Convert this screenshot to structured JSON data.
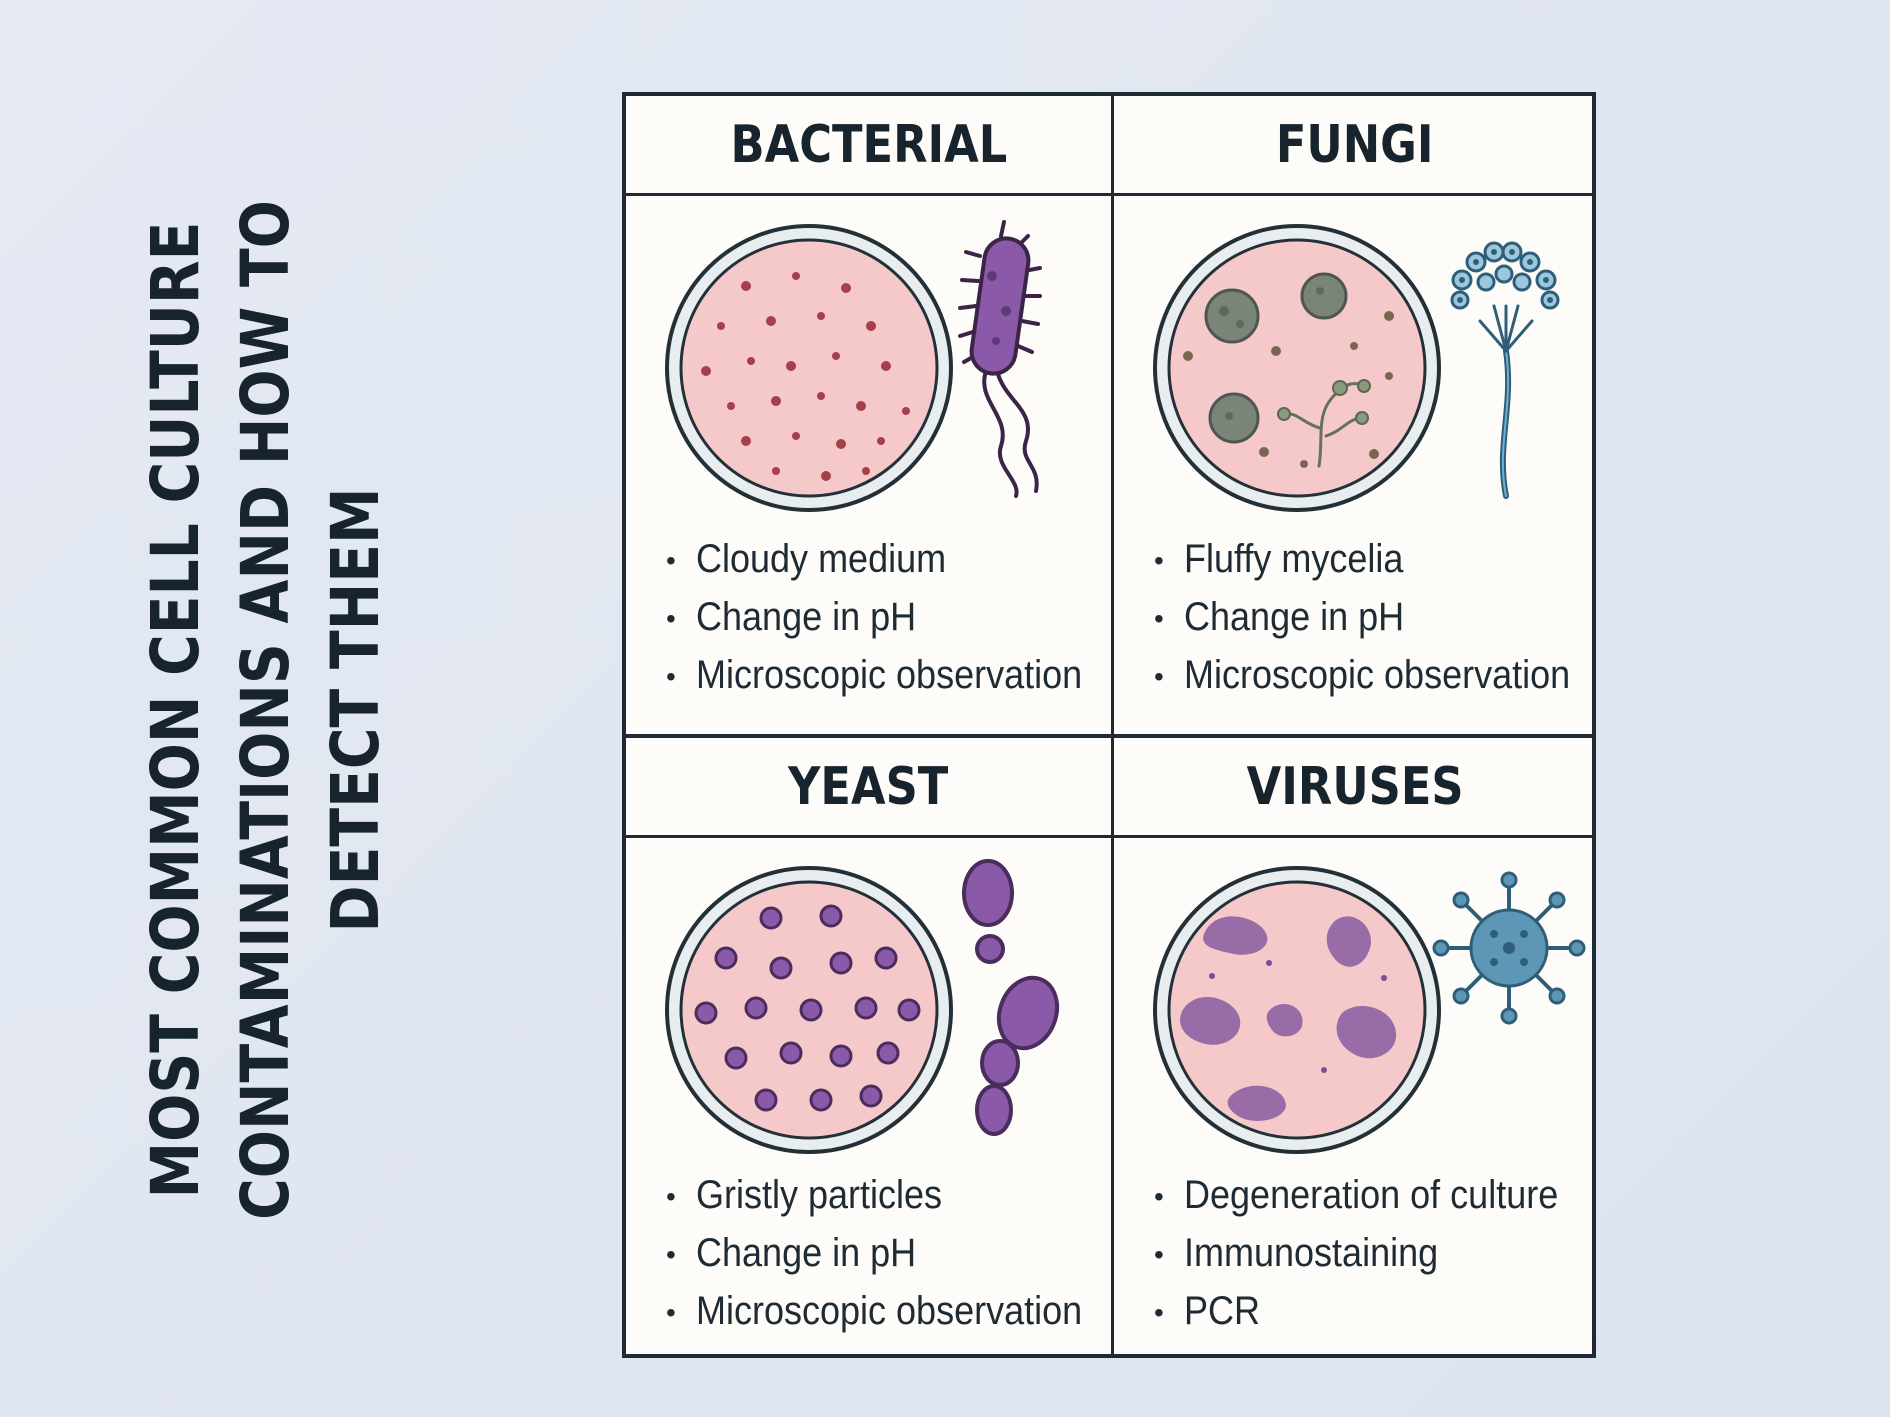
{
  "title": {
    "lines": [
      "MOST COMMON CELL CULTURE",
      "CONTAMINATIONS AND HOW TO",
      "DETECT THEM"
    ]
  },
  "colors": {
    "background": "#e1e7f0",
    "ink": "#1e2a34",
    "dish_fill": "#f5c9c9",
    "bacteria": "#7a4f96",
    "fungi_colony": "#7a8478",
    "fungi_organism": "#4a86a6",
    "yeast": "#8a5aa8",
    "virus_plaque": "#8e62a4",
    "virus_particle": "#3f7fa0"
  },
  "cells": [
    {
      "title": "BACTERIAL",
      "icon": "bacterium-icon",
      "bullets": [
        "Cloudy medium",
        "Change in pH",
        "Microscopic observation"
      ]
    },
    {
      "title": "FUNGI",
      "icon": "mold-sporangium-icon",
      "bullets": [
        "Fluffy mycelia",
        "Change in pH",
        "Microscopic observation"
      ]
    },
    {
      "title": "YEAST",
      "icon": "budding-yeast-icon",
      "bullets": [
        "Gristly particles",
        "Change in pH",
        "Microscopic observation"
      ]
    },
    {
      "title": "VIRUSES",
      "icon": "virus-particle-icon",
      "bullets": [
        "Degeneration of culture",
        "Immunostaining",
        "PCR"
      ]
    }
  ]
}
